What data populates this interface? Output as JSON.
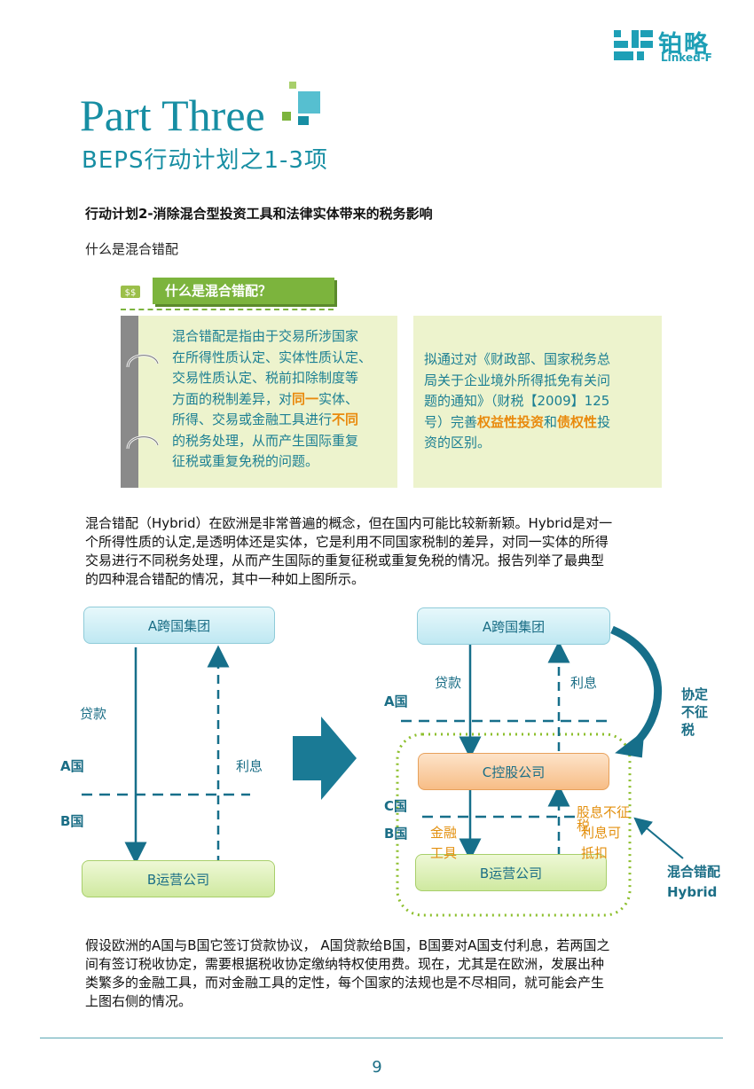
{
  "header": {
    "logo_cn": "铂略",
    "logo_en": "Linked-F"
  },
  "part": {
    "title": "Part Three",
    "subtitle": "BEPS行动计划之1-3项"
  },
  "section_title": "行动计划2-消除混合型投资工具和法律实体带来的税务影响",
  "question": "什么是混合错配",
  "tag_label": "什么是混合错配？",
  "left_box": {
    "line1": "混合错配是指由于交易所涉国家",
    "line2": "在所得性质认定、实体性质认定、",
    "line3": "交易性质认定、税前扣除制度等",
    "line4_a": "方面的税制差异，对",
    "line4_hl": "同一",
    "line4_b": "实体、",
    "line5_a": "所得、交易或金融工具进行",
    "line5_hl": "不同",
    "line6": "的税务处理，从而产生国际重复",
    "line7": "征税或重复免税的问题。"
  },
  "right_box": {
    "line1": "拟通过对《财政部、国家税务总",
    "line2": "局关于企业境外所得抵免有关问",
    "line3": "题的通知》（财税【2009】125",
    "line4_a": "号）完善",
    "line4_hl1": "权益性投资",
    "line4_b": "和",
    "line4_hl2": "债权性",
    "line4_c": "投",
    "line5": "资的区别。"
  },
  "paragraph1": [
    "混合错配（Hybrid）在欧洲是非常普遍的概念，但在国内可能比较新新颖。Hybrid是对一",
    "个所得性质的认定,是透明体还是实体，它是利用不同国家税制的差异，对同一实体的所得",
    "交易进行不同税务处理，从而产生国际的重复征税或重复免税的情况。报告列举了最典型",
    "的四种混合错配的情况，其中一种如上图所示。"
  ],
  "diagram_left": {
    "top_box": "A跨国集团",
    "bottom_box": "B运营公司",
    "loan": "贷款",
    "interest": "利息",
    "country_a": "A国",
    "country_b": "B国"
  },
  "diagram_right": {
    "top_box": "A跨国集团",
    "mid_box": "C控股公司",
    "bottom_box": "B运营公司",
    "loan": "贷款",
    "interest": "利息",
    "country_a": "A国",
    "country_c": "C国",
    "country_b": "B国",
    "treaty_1": "协定",
    "treaty_2": "不征",
    "treaty_3": "税",
    "fin_1": "金融",
    "fin_2": "工具",
    "dividend_1": "股息不征",
    "dividend_2": "税",
    "int_deduct_1": "利息可",
    "int_deduct_2": "抵扣",
    "hybrid_cn": "混合错配",
    "hybrid_en": "Hybrid"
  },
  "paragraph2": [
    "假设欧洲的A国与B国它签订贷款协议， A国贷款给B国，B国要对A国支付利息，若两国之",
    "间有签订税收协定，需要根据税收协定缴纳特权使用费。现在，尤其是在欧洲，发展出种",
    "类繁多的金融工具，而对金融工具的定性，每个国家的法规也是不尽相同，就可能会产生",
    "上图右侧的情况。"
  ],
  "page_number": "9",
  "colors": {
    "teal": "#178ea3",
    "green": "#7cb43d",
    "orange": "#e98a0d",
    "arrow": "#166f8a"
  }
}
